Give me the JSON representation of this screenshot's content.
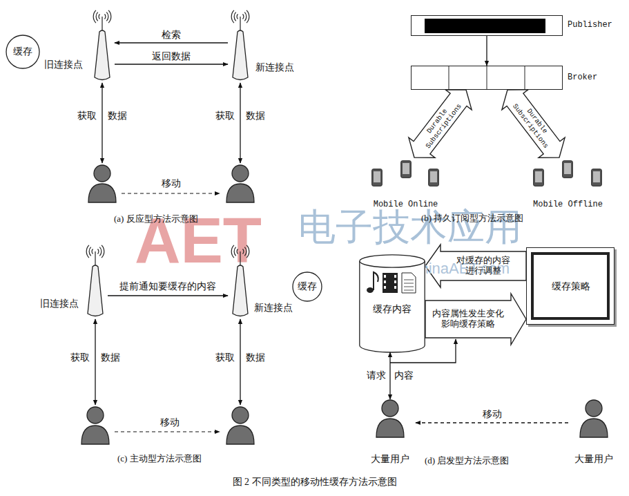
{
  "diagram": {
    "caption": "图 2 不同类型的移动性缓存方法示意图",
    "nodes": [
      {
        "text": [
          "缓存"
        ]
      },
      {
        "text": [
          "旧连接点"
        ]
      },
      {
        "text": [
          "新连接点"
        ]
      },
      {
        "text": [
          "Publisher"
        ]
      },
      {
        "text": [
          "Broker"
        ]
      },
      {
        "text": [
          "Mobile Online"
        ]
      },
      {
        "text": [
          "Mobile Offline"
        ]
      },
      {
        "text": [
          "旧连接点"
        ]
      },
      {
        "text": [
          "新连接点"
        ]
      },
      {
        "text": [
          "缓存"
        ]
      },
      {
        "text": [
          "缓存内容"
        ]
      },
      {
        "text": [
          "缓存策略"
        ]
      },
      {
        "text": [
          "大量用户"
        ]
      },
      {
        "text": [
          "大量用户"
        ]
      }
    ],
    "edges": [
      {
        "from": 2,
        "to": 1,
        "arrow": "to",
        "label": "检索"
      },
      {
        "from": 1,
        "to": 2,
        "arrow": "to",
        "label": "返回数据"
      },
      {
        "from": 3,
        "to": 4,
        "arrow": "to"
      },
      {
        "from": 4,
        "to": 5,
        "arrow": "both",
        "label": "Durable Subscriptions"
      },
      {
        "from": 4,
        "to": 6,
        "arrow": "both",
        "label": "Durable Subscriptions"
      },
      {
        "from": 7,
        "to": 8,
        "arrow": "to",
        "label": "提前通知要缓存的内容"
      },
      {
        "from": 11,
        "to": 10,
        "arrow": "to",
        "label": "对缓存的内容 进行调整"
      },
      {
        "from": 10,
        "to": 11,
        "arrow": "to",
        "label": "内容属性发生变化 影响缓存策略"
      },
      {
        "from": 12,
        "to": 10,
        "arrow": "both"
      },
      {
        "from": 13,
        "to": 12,
        "arrow": "to",
        "label": "移动"
      }
    ],
    "labels": [
      "获取",
      "数据",
      "获取",
      "数据",
      "移动",
      "(a) 反应型方法示意图",
      "(b) 持久订阅型方法示意图",
      "获取",
      "数据",
      "获取",
      "数据",
      "移动",
      "(c) 主动型方法示意图",
      "请求",
      "内容",
      "(d) 启发型方法示意图",
      "AET",
      "电子技术应用",
      "www.ChinaAET.com"
    ]
  }
}
